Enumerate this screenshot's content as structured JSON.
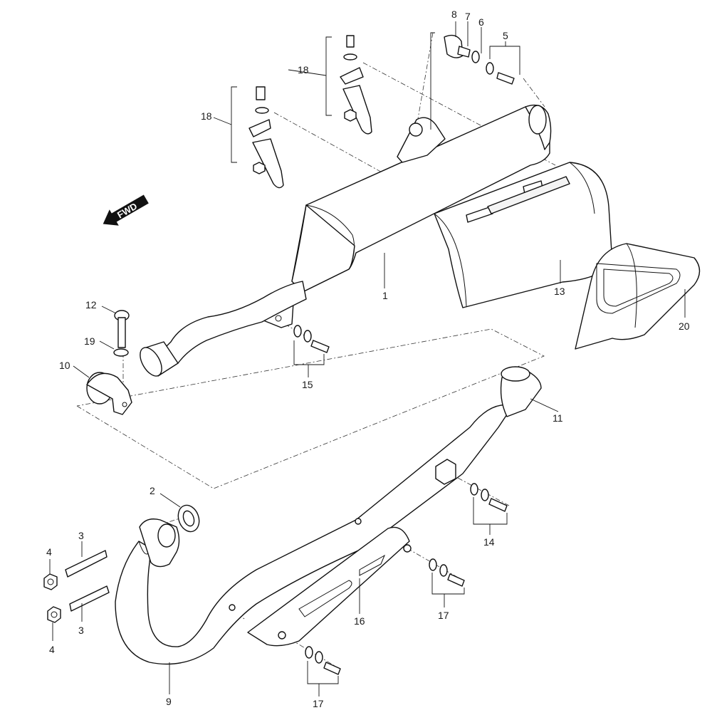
{
  "diagram": {
    "direction_label": "FWD",
    "part_numbers": {
      "p1": "1",
      "p2": "2",
      "p3a": "3",
      "p3b": "3",
      "p4a": "4",
      "p4b": "4",
      "p5": "5",
      "p6": "6",
      "p7": "7",
      "p8": "8",
      "p9": "9",
      "p10": "10",
      "p11": "11",
      "p12": "12",
      "p13": "13",
      "p14": "14",
      "p15": "15",
      "p16": "16",
      "p17a": "17",
      "p17b": "17",
      "p18a": "18",
      "p18b": "18",
      "p19": "19",
      "p20": "20"
    }
  }
}
